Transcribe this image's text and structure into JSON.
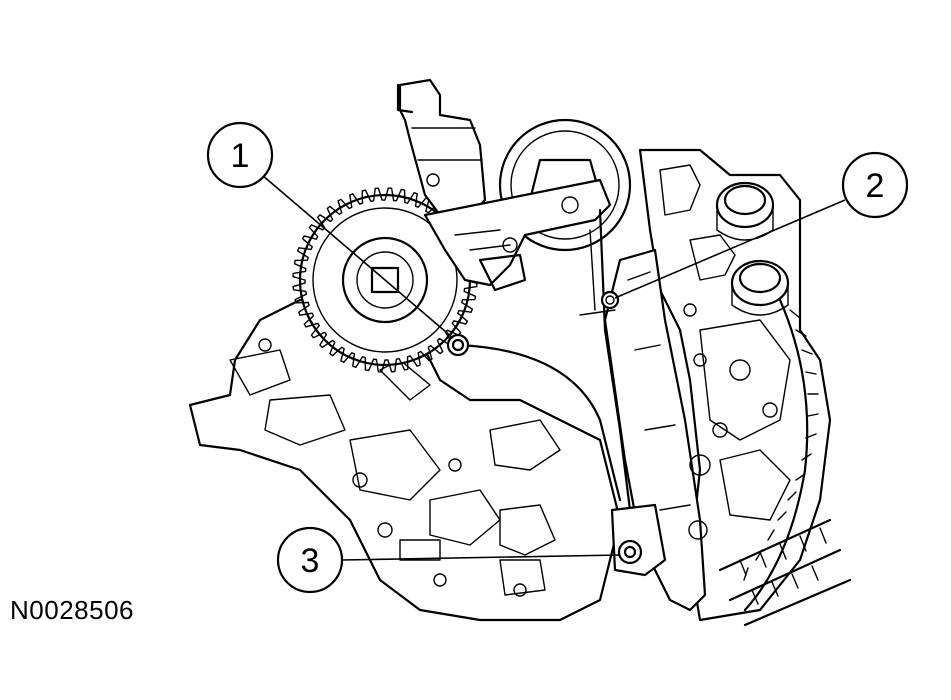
{
  "figure": {
    "id_label": "N0028506"
  },
  "callouts": [
    {
      "number": "1",
      "part": "bolt"
    },
    {
      "number": "2",
      "part": "bolt"
    },
    {
      "number": "3",
      "part": "bolt"
    }
  ],
  "colors": {
    "ink": "#000000",
    "background": "#ffffff"
  }
}
